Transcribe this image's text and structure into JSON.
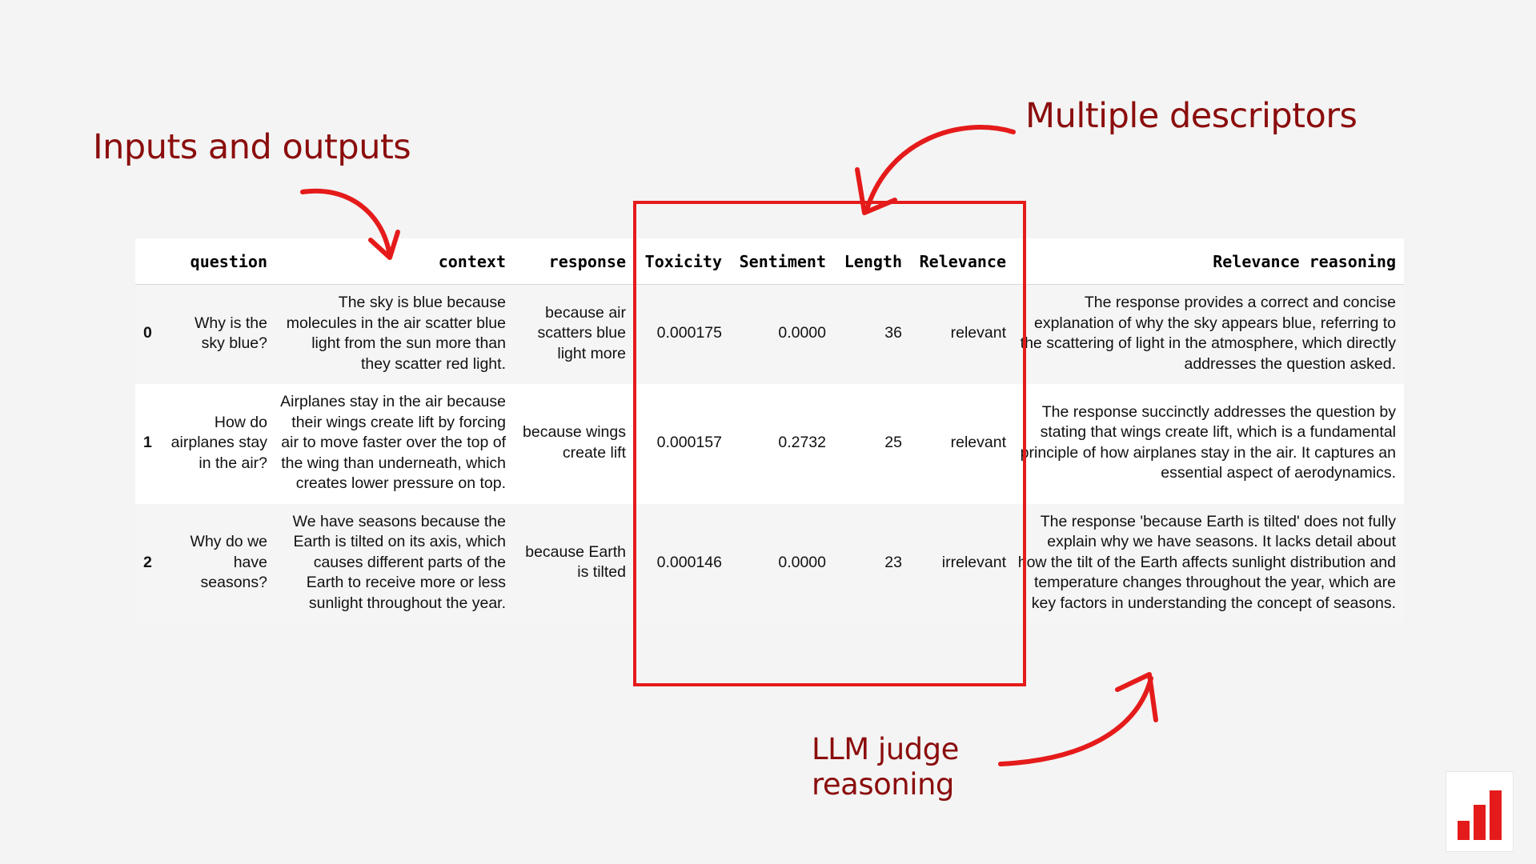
{
  "annotations": {
    "inputs_outputs": "Inputs and outputs",
    "multiple_descriptors": "Multiple descriptors",
    "llm_judge_line1": "LLM judge",
    "llm_judge_line2": "reasoning"
  },
  "table": {
    "columns": [
      "",
      "question",
      "context",
      "response",
      "Toxicity",
      "Sentiment",
      "Length",
      "Relevance",
      "Relevance reasoning"
    ],
    "rows": [
      {
        "index": "0",
        "question": "Why is the sky blue?",
        "context": "The sky is blue because molecules in the air scatter blue light from the sun more than they scatter red light.",
        "response": "because air scatters blue light more",
        "toxicity": "0.000175",
        "sentiment": "0.0000",
        "length": "36",
        "relevance": "relevant",
        "reasoning": "The response provides a correct and concise explanation of why the sky appears blue, referring to the scattering of light in the atmosphere, which directly addresses the question asked."
      },
      {
        "index": "1",
        "question": "How do airplanes stay in the air?",
        "context": "Airplanes stay in the air because their wings create lift by forcing air to move faster over the top of the wing than underneath, which creates lower pressure on top.",
        "response": "because wings create lift",
        "toxicity": "0.000157",
        "sentiment": "0.2732",
        "length": "25",
        "relevance": "relevant",
        "reasoning": "The response succinctly addresses the question by stating that wings create lift, which is a fundamental principle of how airplanes stay in the air. It captures an essential aspect of aerodynamics."
      },
      {
        "index": "2",
        "question": "Why do we have seasons?",
        "context": "We have seasons because the Earth is tilted on its axis, which causes different parts of the Earth to receive more or less sunlight throughout the year.",
        "response": "because Earth is tilted",
        "toxicity": "0.000146",
        "sentiment": "0.0000",
        "length": "23",
        "relevance": "irrelevant",
        "reasoning": "The response 'because Earth is tilted' does not fully explain why we have seasons. It lacks detail about how the tilt of the Earth affects sunlight distribution and temperature changes throughout the year, which are key factors in understanding the concept of seasons."
      }
    ]
  },
  "colors": {
    "annotation_text": "#8b0d0d",
    "highlight_red": "#e51b1b",
    "background": "#f4f4f4"
  },
  "logo": {
    "icon": "bar-chart-icon"
  }
}
